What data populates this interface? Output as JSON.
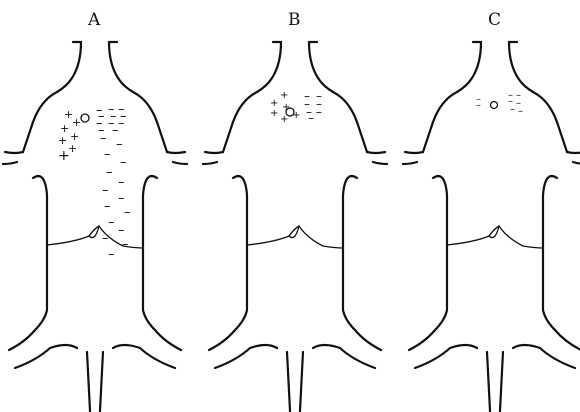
{
  "panels": [
    {
      "label": "A"
    },
    {
      "label": "B"
    },
    {
      "label": "C"
    }
  ],
  "symbols": {
    "positive": "+",
    "negative": "–"
  },
  "colors": {
    "ink": "#111111",
    "background": "#ffffff"
  }
}
